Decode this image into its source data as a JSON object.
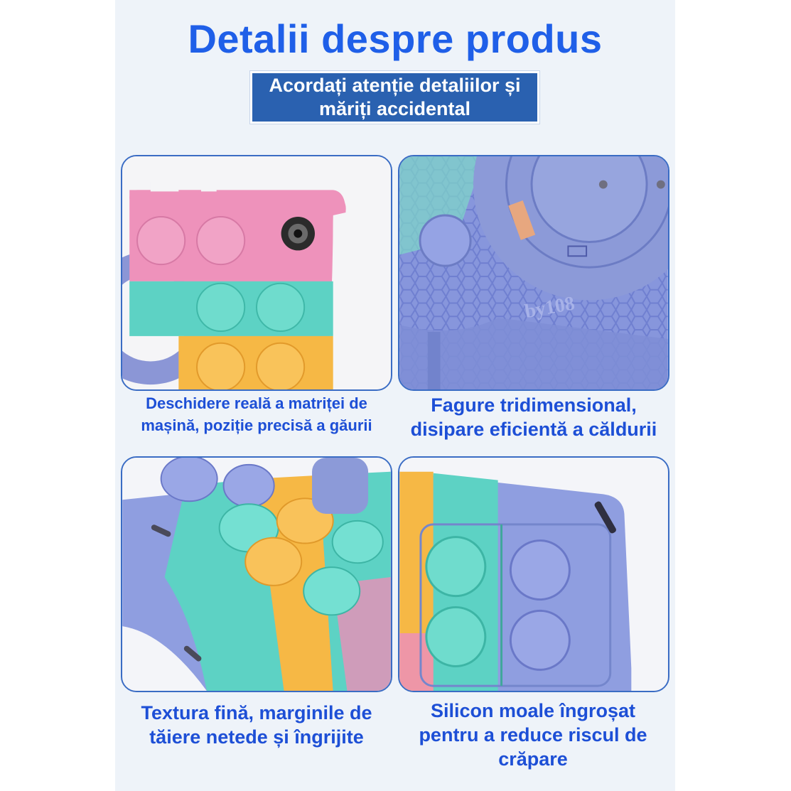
{
  "header": {
    "title": "Detalii despre produs",
    "subtitle": "Acordați atenție detaliilor și măriți accidental"
  },
  "features": [
    {
      "caption": "Deschidere reală a matriței de mașină, poziție precisă a găurii"
    },
    {
      "caption": "Fagure tridimensional, disipare eficientă a căldurii"
    },
    {
      "caption": "Textura fină, marginile de tăiere netede și îngrijite"
    },
    {
      "caption": "Silicon moale îngroșat pentru a reduce riscul de crăpare"
    }
  ],
  "colors": {
    "title": "#1f5fe8",
    "banner": "#2a61b0",
    "caption": "#1d4fd6",
    "pink": "#ec8fb8",
    "teal": "#5dd2c4",
    "yellow": "#f6b845",
    "lavender": "#8f9ee0"
  }
}
